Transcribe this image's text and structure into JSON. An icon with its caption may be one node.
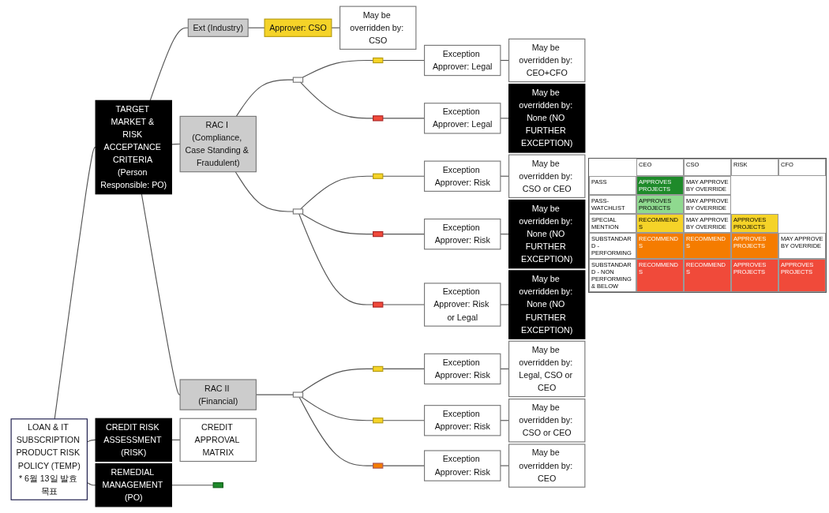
{
  "diagram": {
    "nodes": [
      {
        "text": [
          "LOAN & IT SUBSCRIPTION PRODUCT RISK POLICY (TEMP)",
          "* 6월 13일 발효 목표"
        ]
      },
      {
        "text": [
          "TARGET MARKET & RISK ACCEPTANCE CRITERIA (Person Responsible: PO)"
        ]
      },
      {
        "text": [
          "Ext (Industry)"
        ]
      },
      {
        "text": [
          "Approver: CSO"
        ]
      },
      {
        "text": [
          "May be overridden by: CSO"
        ]
      },
      {
        "text": [
          "RAC I (Compliance, Case Standing & Fraudulent)"
        ]
      },
      {
        "text": [],
        "shape": "box"
      },
      {
        "text": [],
        "shape": "box"
      },
      {
        "text": [
          "Exception Approver: Legal"
        ]
      },
      {
        "text": [
          "May be overridden by: CEO+CFO"
        ]
      },
      {
        "text": [],
        "shape": "box"
      },
      {
        "text": [
          "Exception Approver: Legal"
        ]
      },
      {
        "text": [
          "May be overridden by: None (NO FURTHER EXCEPTION)"
        ]
      },
      {
        "text": [],
        "shape": "box"
      },
      {
        "text": [],
        "shape": "box"
      },
      {
        "text": [
          "Exception Approver: Risk"
        ]
      },
      {
        "text": [
          "May be overridden by: CSO or CEO"
        ]
      },
      {
        "text": [],
        "shape": "box"
      },
      {
        "text": [
          "Exception Approver: Risk"
        ]
      },
      {
        "text": [
          "May be overridden by: None (NO FURTHER EXCEPTION)"
        ]
      },
      {
        "text": [],
        "shape": "box"
      },
      {
        "text": [
          "Exception Approver: Risk or Legal"
        ]
      },
      {
        "text": [
          "May be overridden by: None (NO FURTHER EXCEPTION)"
        ]
      },
      {
        "text": [
          "RAC II (Financial)"
        ]
      },
      {
        "text": [],
        "shape": "box"
      },
      {
        "text": [],
        "shape": "box"
      },
      {
        "text": [
          "Exception Approver: Risk"
        ]
      },
      {
        "text": [
          "May be overridden by: Legal, CSO or CEO"
        ]
      },
      {
        "text": [],
        "shape": "box"
      },
      {
        "text": [
          "Exception Approver: Risk"
        ]
      },
      {
        "text": [
          "May be overridden by: CSO or CEO"
        ]
      },
      {
        "text": [],
        "shape": "box"
      },
      {
        "text": [
          "Exception Approver: Risk"
        ]
      },
      {
        "text": [
          "May be overridden by: CEO"
        ]
      },
      {
        "text": [
          "CREDIT RISK ASSESSMENT (RISK)"
        ]
      },
      {
        "text": [
          "CREDIT APPROVAL MATRIX"
        ]
      },
      {
        "text": [
          "REMEDIAL MANAGEMENT (PO)"
        ]
      },
      {
        "text": [],
        "shape": "box"
      }
    ],
    "edges": [
      {
        "from": 0,
        "to": 1,
        "arrow": "none"
      },
      {
        "from": 1,
        "to": 2,
        "arrow": "none"
      },
      {
        "from": 2,
        "to": 3,
        "arrow": "none"
      },
      {
        "from": 3,
        "to": 4,
        "arrow": "none"
      },
      {
        "from": 1,
        "to": 5,
        "arrow": "none"
      },
      {
        "from": 5,
        "to": 6,
        "arrow": "none"
      },
      {
        "from": 6,
        "to": 7,
        "arrow": "none"
      },
      {
        "from": 7,
        "to": 8,
        "arrow": "none"
      },
      {
        "from": 8,
        "to": 9,
        "arrow": "none"
      },
      {
        "from": 6,
        "to": 10,
        "arrow": "none"
      },
      {
        "from": 10,
        "to": 11,
        "arrow": "none"
      },
      {
        "from": 11,
        "to": 12,
        "arrow": "none"
      },
      {
        "from": 5,
        "to": 13,
        "arrow": "none"
      },
      {
        "from": 13,
        "to": 14,
        "arrow": "none"
      },
      {
        "from": 14,
        "to": 15,
        "arrow": "none"
      },
      {
        "from": 15,
        "to": 16,
        "arrow": "none"
      },
      {
        "from": 13,
        "to": 17,
        "arrow": "none"
      },
      {
        "from": 17,
        "to": 18,
        "arrow": "none"
      },
      {
        "from": 18,
        "to": 19,
        "arrow": "none"
      },
      {
        "from": 13,
        "to": 20,
        "arrow": "none"
      },
      {
        "from": 20,
        "to": 21,
        "arrow": "none"
      },
      {
        "from": 21,
        "to": 22,
        "arrow": "none"
      },
      {
        "from": 1,
        "to": 23,
        "arrow": "none"
      },
      {
        "from": 23,
        "to": 24,
        "arrow": "none"
      },
      {
        "from": 24,
        "to": 25,
        "arrow": "none"
      },
      {
        "from": 25,
        "to": 26,
        "arrow": "none"
      },
      {
        "from": 26,
        "to": 27,
        "arrow": "none"
      },
      {
        "from": 24,
        "to": 28,
        "arrow": "none"
      },
      {
        "from": 28,
        "to": 29,
        "arrow": "none"
      },
      {
        "from": 29,
        "to": 30,
        "arrow": "none"
      },
      {
        "from": 24,
        "to": 31,
        "arrow": "none"
      },
      {
        "from": 31,
        "to": 32,
        "arrow": "none"
      },
      {
        "from": 32,
        "to": 33,
        "arrow": "none"
      },
      {
        "from": 0,
        "to": 34,
        "arrow": "none"
      },
      {
        "from": 34,
        "to": 35,
        "arrow": "none"
      },
      {
        "from": 0,
        "to": 36,
        "arrow": "none"
      },
      {
        "from": 36,
        "to": 37,
        "arrow": "none"
      }
    ],
    "labels": [
      "CEO",
      "CSO",
      "RISK",
      "CFO",
      "PASS",
      "APPROVES PROJECTS",
      "MAY APPROVE BY OVERRIDE",
      "PASS-WATCHLIST",
      "APPROVES PROJECTS",
      "MAY APPROVE BY OVERRIDE",
      "SPECIAL MENTION",
      "RECOMMENDS",
      "MAY APPROVE BY OVERRIDE",
      "APPROVES PROJECTS",
      "SUBSTANDARD - PERFORMING",
      "RECOMMENDS",
      "RECOMMENDS",
      "APPROVES PROJECTS",
      "MAY APPROVE BY OVERRIDE",
      "SUBSTANDARD - NON PERFORMING & BELOW",
      "RECOMMENDS",
      "RECOMMENDS",
      "APPROVES PROJECTS",
      "APPROVES PROJECTS"
    ]
  }
}
